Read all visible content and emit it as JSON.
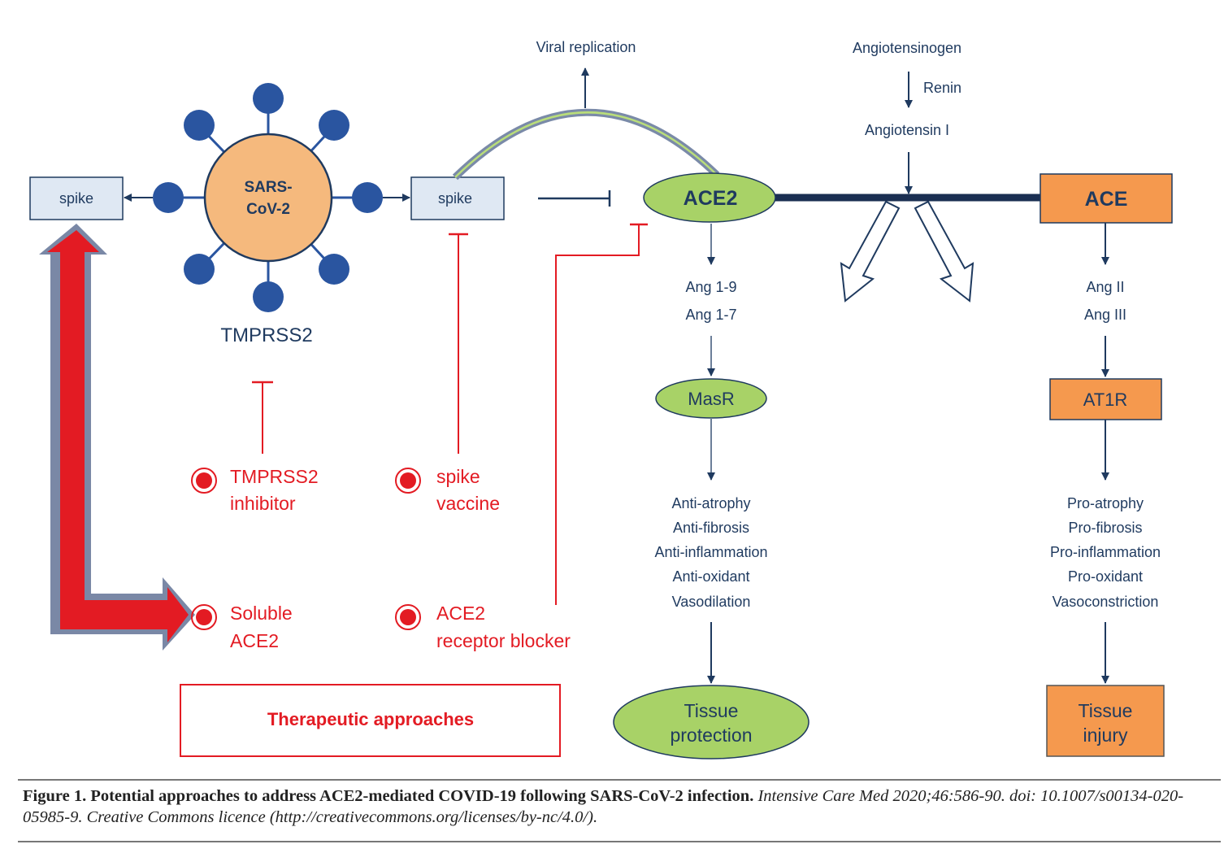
{
  "figure": {
    "virus": {
      "label_line1": "SARS-",
      "label_line2": "CoV-2",
      "protease_label": "TMPRSS2"
    },
    "spike_left": "spike",
    "spike_right": "spike",
    "viral_replication": "Viral replication",
    "ras": {
      "angiotensinogen": "Angiotensinogen",
      "renin": "Renin",
      "angiotensin_i": "Angiotensin I"
    },
    "ace2_branch": {
      "enzyme": "ACE2",
      "products": [
        "Ang 1-9",
        "Ang 1-7"
      ],
      "receptor": "MasR",
      "effects": [
        "Anti-atrophy",
        "Anti-fibrosis",
        "Anti-inflammation",
        "Anti-oxidant",
        "Vasodilation"
      ],
      "outcome_line1": "Tissue",
      "outcome_line2": "protection"
    },
    "ace_branch": {
      "enzyme": "ACE",
      "products": [
        "Ang II",
        "Ang III"
      ],
      "receptor": "AT1R",
      "effects": [
        "Pro-atrophy",
        "Pro-fibrosis",
        "Pro-inflammation",
        "Pro-oxidant",
        "Vasoconstriction"
      ],
      "outcome_line1": "Tissue",
      "outcome_line2": "injury"
    },
    "therapies": [
      {
        "line1": "TMPRSS2",
        "line2": "inhibitor"
      },
      {
        "line1": "spike",
        "line2": "vaccine"
      },
      {
        "line1": "Soluble",
        "line2": "ACE2"
      },
      {
        "line1": "ACE2",
        "line2": "receptor blocker"
      }
    ],
    "therapeutic_box": "Therapeutic approaches",
    "colors": {
      "navy": "#1f3a5f",
      "spike_blue": "#2a55a0",
      "virus_orange": "#f5b97d",
      "ace_orange": "#f5994e",
      "green": "#a8d267",
      "red": "#e31b23",
      "spike_box_fill": "#dfe8f3"
    }
  },
  "caption": {
    "title": "Figure 1. Potential approaches to address ACE2-mediated COVID-19 following SARS-CoV-2 infection.",
    "citation": " Intensive Care Med 2020;46:586-90. doi: 10.1007/s00134-020-05985-9. Creative Commons licence (http://creativecommons.org/licenses/by-nc/4.0/)."
  }
}
